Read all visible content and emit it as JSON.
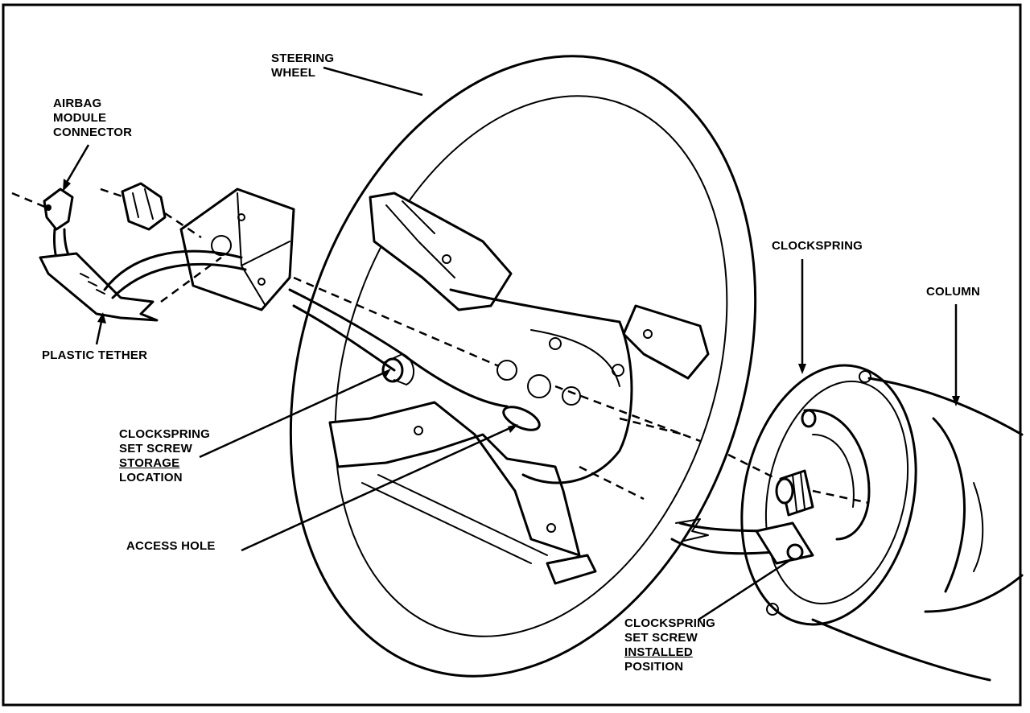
{
  "labels": {
    "steering_wheel": [
      "STEERING",
      "WHEEL"
    ],
    "airbag_connector": [
      "AIRBAG",
      "MODULE",
      "CONNECTOR"
    ],
    "plastic_tether": "PLASTIC TETHER",
    "clockspring": "CLOCKSPRING",
    "column": "COLUMN",
    "storage": {
      "line1": "CLOCKSPRING",
      "line2": "SET SCREW",
      "line3": "STORAGE",
      "line4": "LOCATION"
    },
    "access_hole": "ACCESS HOLE",
    "installed": {
      "line1": "CLOCKSPRING",
      "line2": "SET SCREW",
      "line3": "INSTALLED",
      "line4": "POSITION"
    }
  }
}
